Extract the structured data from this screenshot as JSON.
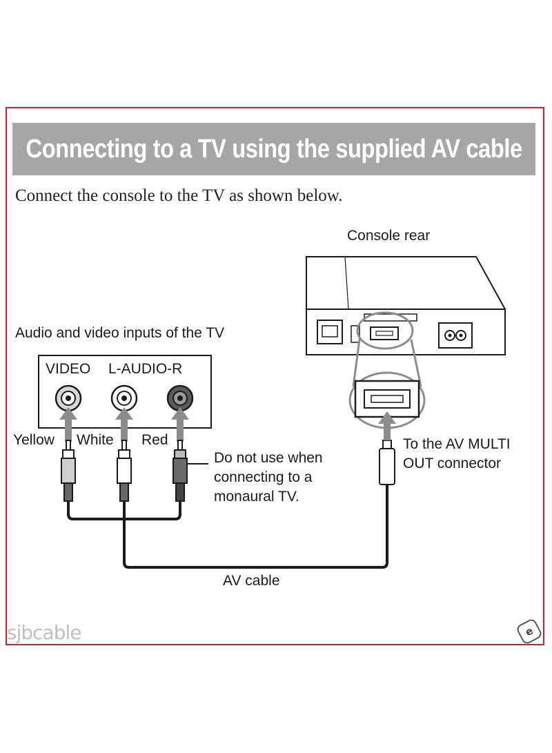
{
  "header": {
    "title": "Connecting to a TV using the supplied AV cable"
  },
  "intro": "Connect the console to the TV as shown below.",
  "tv": {
    "caption": "Audio and video inputs of the TV",
    "port_video": "VIDEO",
    "port_audio": "L-AUDIO-R",
    "plug_yellow": "Yellow",
    "plug_white": "White",
    "plug_red": "Red"
  },
  "notes": {
    "mono_line1": "Do not use when",
    "mono_line2": "connecting to a",
    "mono_line3": "monaural TV."
  },
  "console": {
    "caption": "Console rear",
    "connector_line1": "To the AV MULTI",
    "connector_line2": "OUT connector"
  },
  "cable_label": "AV cable",
  "watermark": {
    "text": "sjbcable",
    "badge": "e"
  },
  "colors": {
    "frame": "#c8242b",
    "title_bg": "#a6a6a6",
    "arrow": "#8c8c8c",
    "cable": "#1a1a1a"
  }
}
